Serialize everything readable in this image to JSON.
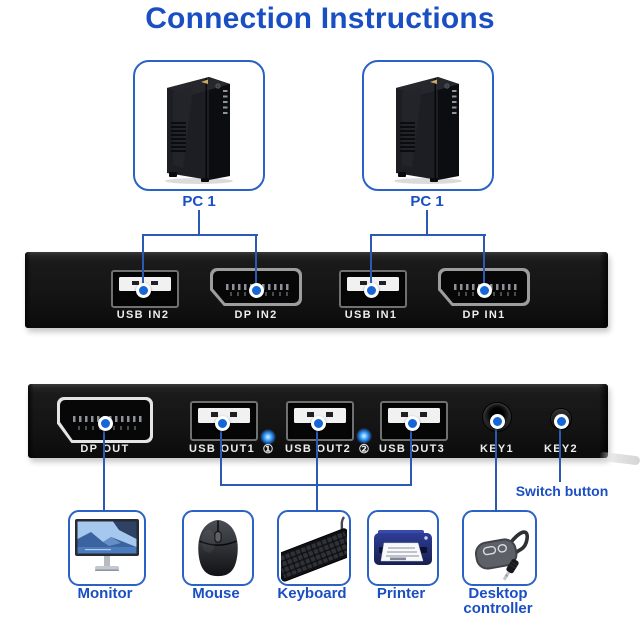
{
  "title": "Connection Instructions",
  "colors": {
    "text_blue": "#1a4fc3",
    "line_blue": "#2a5ab2",
    "border_blue": "#2b62c6",
    "led_blue": "#35a2ff",
    "dot_blue": "#1566d6"
  },
  "computers": [
    {
      "label": "PC 1"
    },
    {
      "label": "PC 1"
    }
  ],
  "top_panel": {
    "ports": [
      {
        "label": "USB IN2",
        "type": "usb"
      },
      {
        "label": "DP IN2",
        "type": "displayport"
      },
      {
        "label": "USB IN1",
        "type": "usb"
      },
      {
        "label": "DP IN1",
        "type": "displayport"
      }
    ]
  },
  "front_panel": {
    "ports": [
      {
        "label": "DP OUT",
        "type": "displayport"
      },
      {
        "label": "USB OUT1",
        "type": "usb"
      },
      {
        "label": "USB OUT2",
        "type": "usb"
      },
      {
        "label": "USB OUT3",
        "type": "usb"
      },
      {
        "label": "KEY1",
        "type": "jack"
      },
      {
        "label": "KEY2",
        "type": "button"
      }
    ],
    "led_indicators": [
      {
        "symbol": "①"
      },
      {
        "symbol": "②"
      }
    ]
  },
  "switch_button_note": "Switch button",
  "peripherals": [
    {
      "label": "Monitor"
    },
    {
      "label": "Mouse"
    },
    {
      "label": "Keyboard"
    },
    {
      "label": "Printer"
    },
    {
      "label": "Desktop controller"
    }
  ]
}
